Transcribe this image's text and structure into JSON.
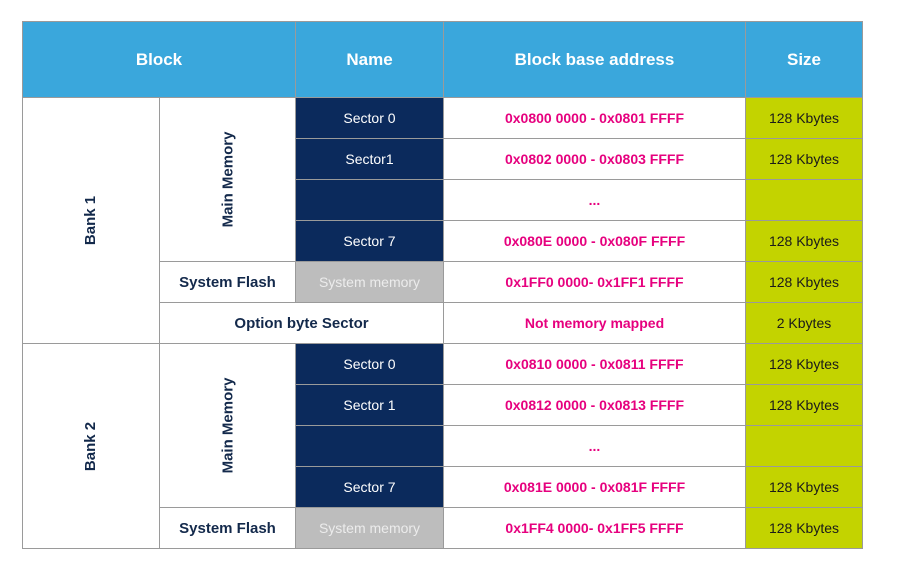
{
  "header": {
    "block": "Block",
    "name": "Name",
    "base_address": "Block base address",
    "size": "Size"
  },
  "bank1": {
    "label": "Bank 1",
    "main_memory": "Main Memory",
    "rows": [
      {
        "name": "Sector 0",
        "address": "0x0800 0000 - 0x0801 FFFF",
        "size": "128 Kbytes"
      },
      {
        "name": "Sector1",
        "address": "0x0802 0000 - 0x0803 FFFF",
        "size": "128 Kbytes"
      },
      {
        "name": "",
        "address": "...",
        "size": ""
      },
      {
        "name": "Sector 7",
        "address": "0x080E 0000 - 0x080F FFFF",
        "size": "128 Kbytes"
      }
    ],
    "system_flash": {
      "label": "System Flash",
      "name": "System memory",
      "address": "0x1FF0 0000- 0x1FF1 FFFF",
      "size": "128 Kbytes"
    },
    "option_byte": {
      "label": "Option byte Sector",
      "address": "Not memory mapped",
      "size": "2 Kbytes"
    }
  },
  "bank2": {
    "label": "Bank 2",
    "main_memory": "Main Memory",
    "rows": [
      {
        "name": "Sector 0",
        "address": "0x0810 0000 - 0x0811 FFFF",
        "size": "128 Kbytes"
      },
      {
        "name": "Sector 1",
        "address": "0x0812 0000 - 0x0813 FFFF",
        "size": "128 Kbytes"
      },
      {
        "name": "",
        "address": "...",
        "size": ""
      },
      {
        "name": "Sector 7",
        "address": "0x081E 0000 - 0x081F FFFF",
        "size": "128 Kbytes"
      }
    ],
    "system_flash": {
      "label": "System Flash",
      "name": "System memory",
      "address": "0x1FF4 0000- 0x1FF5 FFFF",
      "size": "128 Kbytes"
    }
  },
  "colors": {
    "header_bg": "#3aa7dc",
    "sector_bg": "#0b2a5c",
    "system_memory_bg": "#bdbdbd",
    "address_text": "#e6007e",
    "size_bg": "#c3d300",
    "label_text": "#13294b"
  }
}
